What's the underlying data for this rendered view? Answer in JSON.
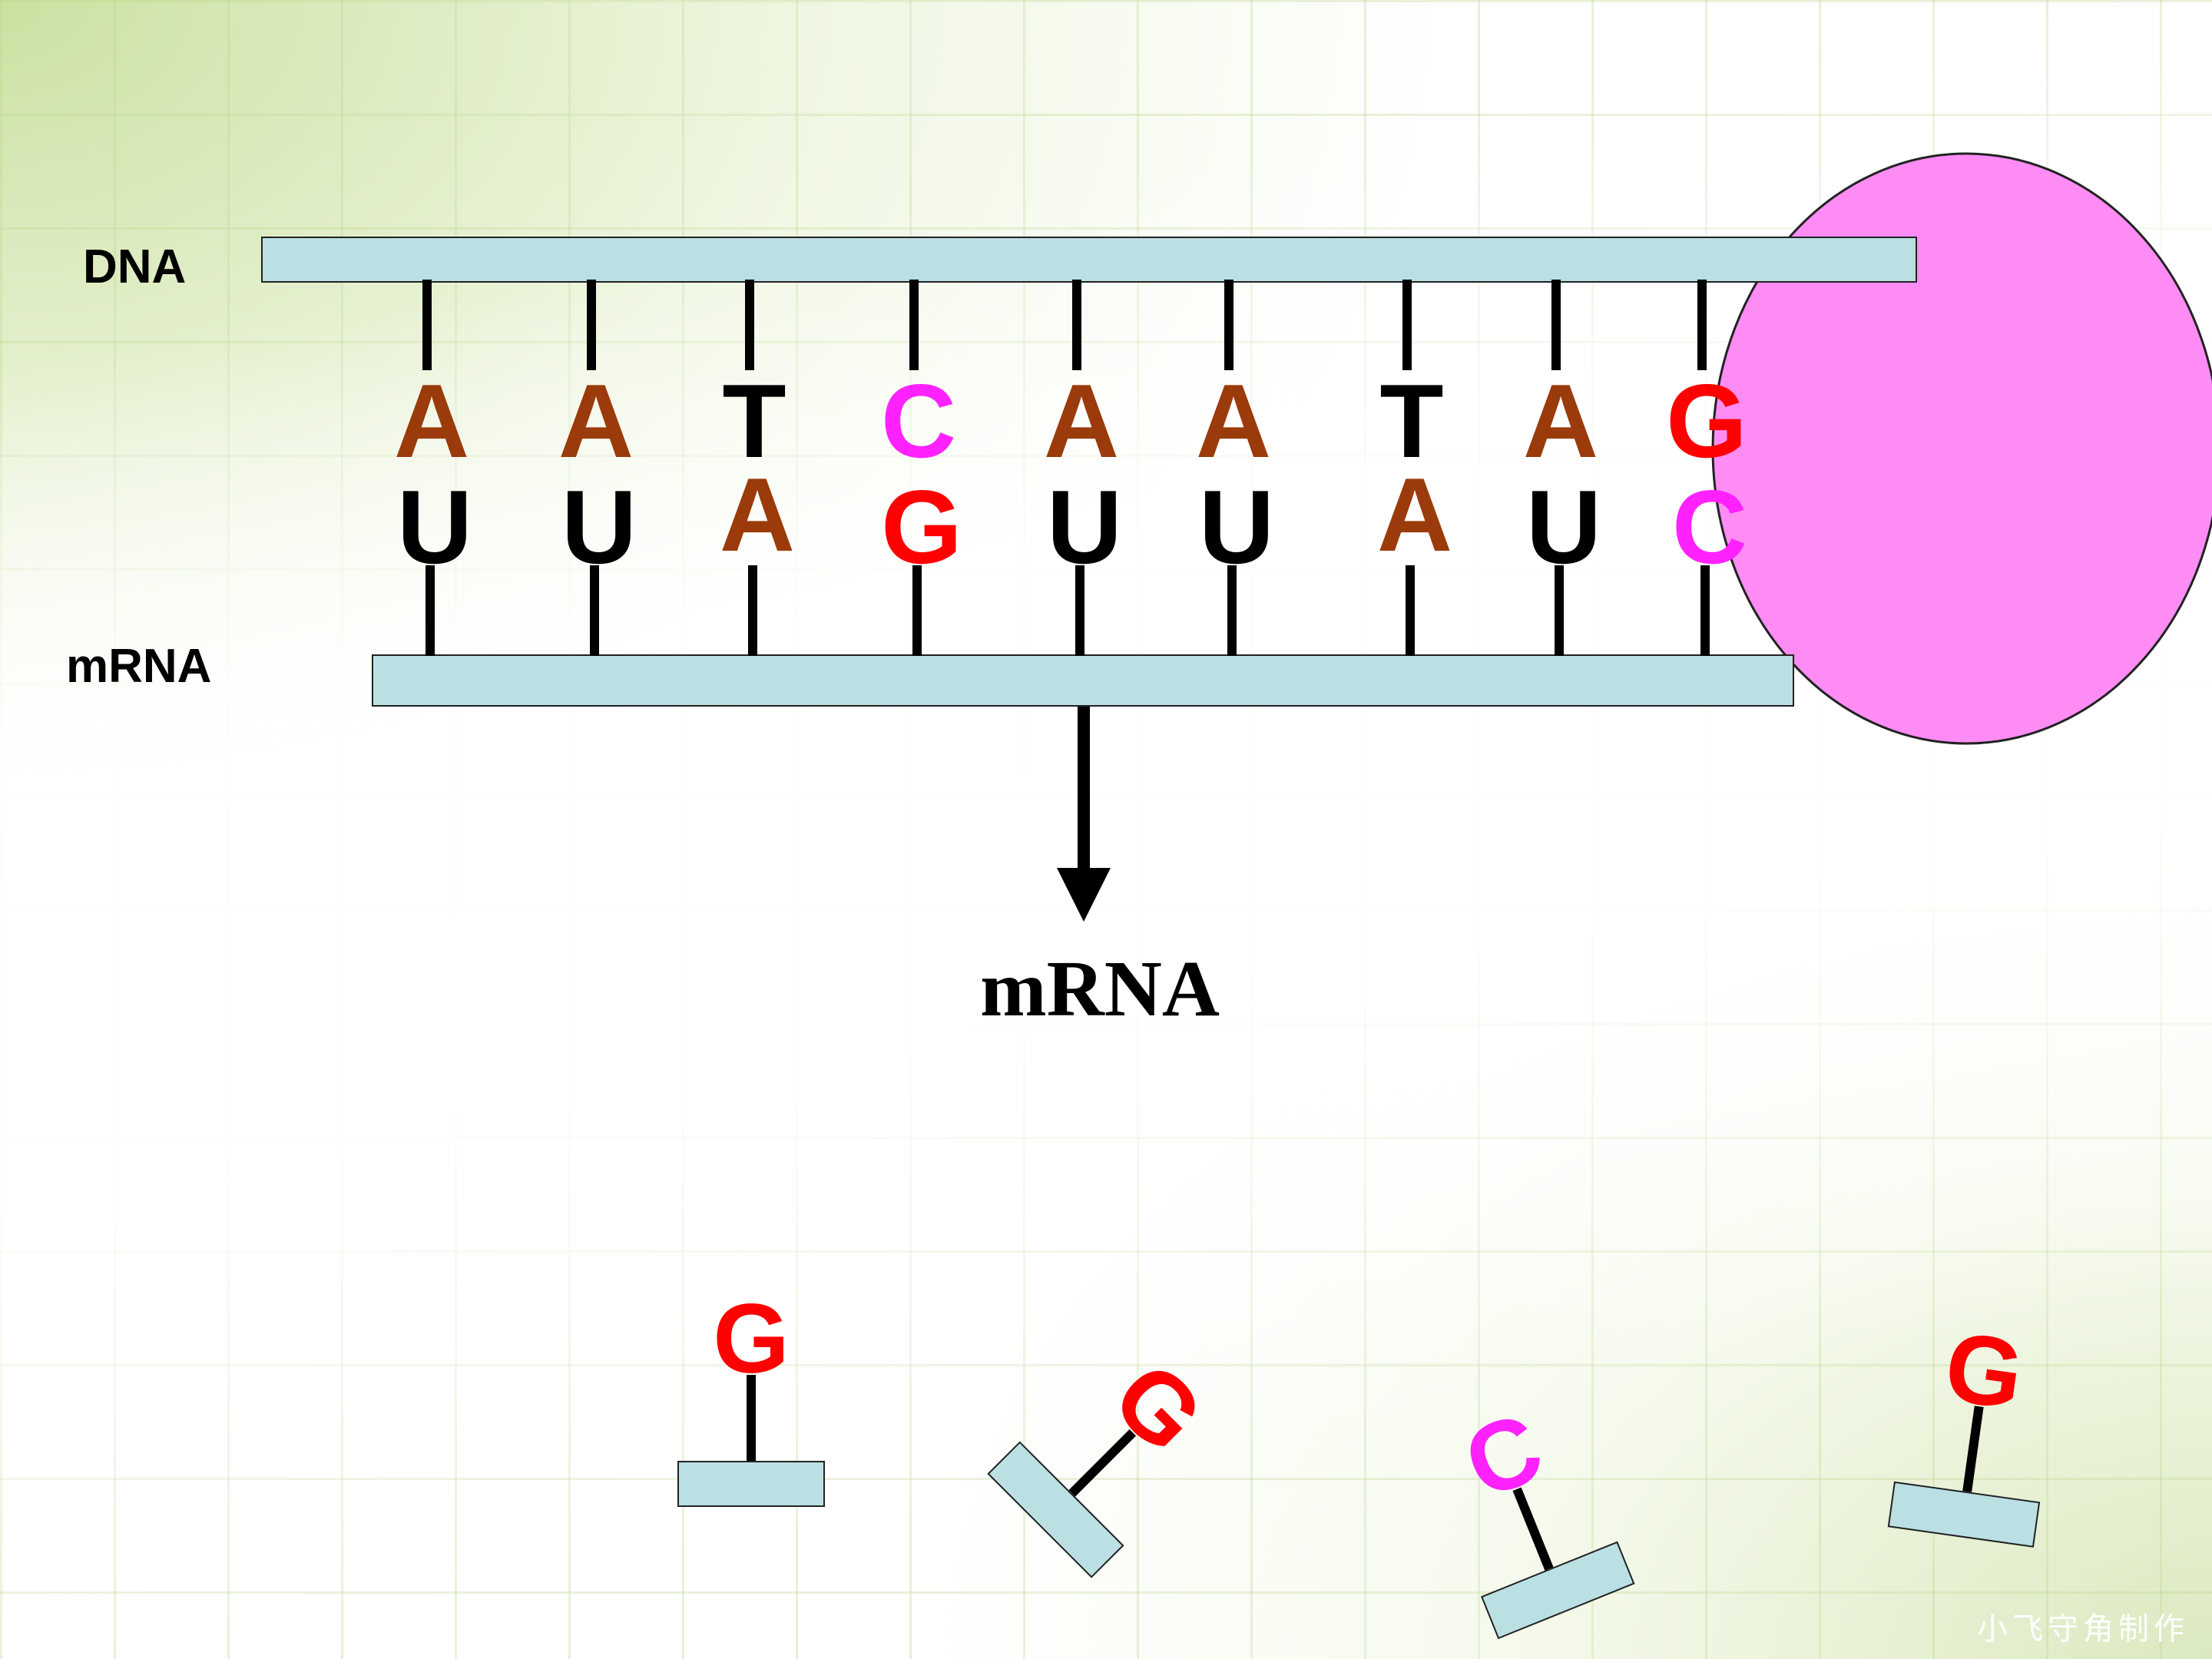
{
  "labels": {
    "dna": "DNA",
    "mrna_strand": "mRNA",
    "product": "mRNA",
    "watermark": "小飞守角制作"
  },
  "colors": {
    "A": "#9b3a0a",
    "T": "#000000",
    "U": "#000000",
    "C": "#ff22ff",
    "G": "#ff0000",
    "strand_fill": "#bbe0e3",
    "enzyme_fill": "#ff8cf5"
  },
  "pairs": [
    {
      "dna": "A",
      "rna": "U"
    },
    {
      "dna": "A",
      "rna": "U"
    },
    {
      "dna": "T",
      "rna": "A"
    },
    {
      "dna": "C",
      "rna": "G"
    },
    {
      "dna": "A",
      "rna": "U"
    },
    {
      "dna": "A",
      "rna": "U"
    },
    {
      "dna": "T",
      "rna": "A"
    },
    {
      "dna": "A",
      "rna": "U"
    },
    {
      "dna": "G",
      "rna": "C"
    }
  ],
  "free_nucleotides": [
    "G",
    "G",
    "C",
    "G"
  ]
}
